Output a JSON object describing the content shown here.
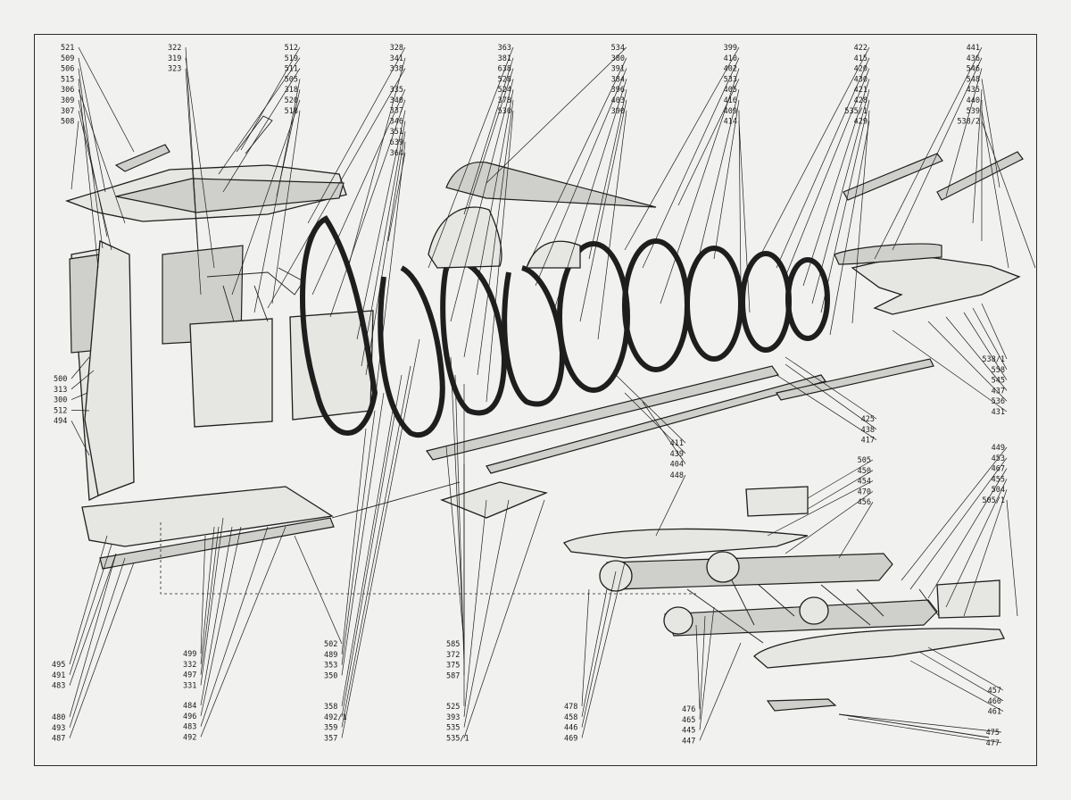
{
  "diagram": {
    "label_groups": [
      {
        "id": "g1",
        "anchor": "top-left",
        "labels": [
          "521",
          "509",
          "506",
          "515",
          "306",
          "309",
          "307",
          "508"
        ]
      },
      {
        "id": "g2",
        "anchor": "top",
        "labels": [
          "322",
          "319",
          "323"
        ]
      },
      {
        "id": "g3",
        "anchor": "top",
        "labels": [
          "512",
          "519",
          "511",
          "505",
          "318",
          "520",
          "518"
        ]
      },
      {
        "id": "g4",
        "anchor": "top",
        "labels": [
          "328",
          "341",
          "338"
        ]
      },
      {
        "id": "g5",
        "anchor": "top",
        "labels": [
          "335",
          "340",
          "337",
          "346",
          "351",
          "639",
          "364"
        ]
      },
      {
        "id": "g6",
        "anchor": "top",
        "labels": [
          "363",
          "381",
          "638",
          "528",
          "524",
          "378",
          "530"
        ]
      },
      {
        "id": "g7",
        "anchor": "top",
        "labels": [
          "534",
          "380",
          "391",
          "384",
          "396",
          "403",
          "390"
        ]
      },
      {
        "id": "g8",
        "anchor": "top",
        "labels": [
          "399",
          "410",
          "402",
          "533",
          "405",
          "416",
          "409",
          "414"
        ]
      },
      {
        "id": "g9",
        "anchor": "top-right",
        "labels": [
          "422",
          "415",
          "420",
          "430",
          "421",
          "428",
          "535/1",
          "429"
        ]
      },
      {
        "id": "g10",
        "anchor": "top-right",
        "labels": [
          "441",
          "436",
          "546",
          "548",
          "435",
          "440",
          "539",
          "538/2"
        ]
      },
      {
        "id": "g11",
        "anchor": "left",
        "labels": [
          "500",
          "313",
          "300",
          "512",
          "494"
        ]
      },
      {
        "id": "g12",
        "anchor": "right",
        "labels": [
          "538/1",
          "558",
          "545",
          "437",
          "536",
          "431"
        ]
      },
      {
        "id": "g13",
        "anchor": "mid-right",
        "labels": [
          "425",
          "438",
          "417"
        ]
      },
      {
        "id": "g14",
        "anchor": "mid",
        "labels": [
          "411",
          "439",
          "404"
        ]
      },
      {
        "id": "g15",
        "anchor": "mid",
        "labels": [
          "448"
        ]
      },
      {
        "id": "g16",
        "anchor": "mid",
        "labels": [
          "505",
          "450",
          "454",
          "470",
          "456"
        ]
      },
      {
        "id": "g17",
        "anchor": "mid-right",
        "labels": [
          "449",
          "453",
          "467",
          "455",
          "504",
          "505/1"
        ]
      },
      {
        "id": "g18",
        "anchor": "bottom-left",
        "labels": [
          "495",
          "491",
          "483"
        ]
      },
      {
        "id": "g19",
        "anchor": "bottom-left",
        "labels": [
          "480",
          "493",
          "487"
        ]
      },
      {
        "id": "g20",
        "anchor": "bottom",
        "labels": [
          "499",
          "332",
          "497",
          "331"
        ]
      },
      {
        "id": "g21",
        "anchor": "bottom",
        "labels": [
          "484",
          "496",
          "483",
          "492"
        ]
      },
      {
        "id": "g22",
        "anchor": "bottom",
        "labels": [
          "502",
          "489",
          "353",
          "350"
        ]
      },
      {
        "id": "g23",
        "anchor": "bottom",
        "labels": [
          "358",
          "492/1",
          "359",
          "357"
        ]
      },
      {
        "id": "g24",
        "anchor": "bottom",
        "labels": [
          "585",
          "372",
          "375",
          "587"
        ]
      },
      {
        "id": "g25",
        "anchor": "bottom",
        "labels": [
          "525",
          "393",
          "535",
          "535/1"
        ]
      },
      {
        "id": "g26",
        "anchor": "bottom",
        "labels": [
          "478",
          "458",
          "446",
          "469"
        ]
      },
      {
        "id": "g27",
        "anchor": "bottom",
        "labels": [
          "476",
          "465",
          "445",
          "447"
        ]
      },
      {
        "id": "g28",
        "anchor": "bottom-right",
        "labels": [
          "457",
          "460",
          "461"
        ]
      },
      {
        "id": "g29",
        "anchor": "bottom-right",
        "labels": [
          "475",
          "477"
        ]
      }
    ]
  }
}
